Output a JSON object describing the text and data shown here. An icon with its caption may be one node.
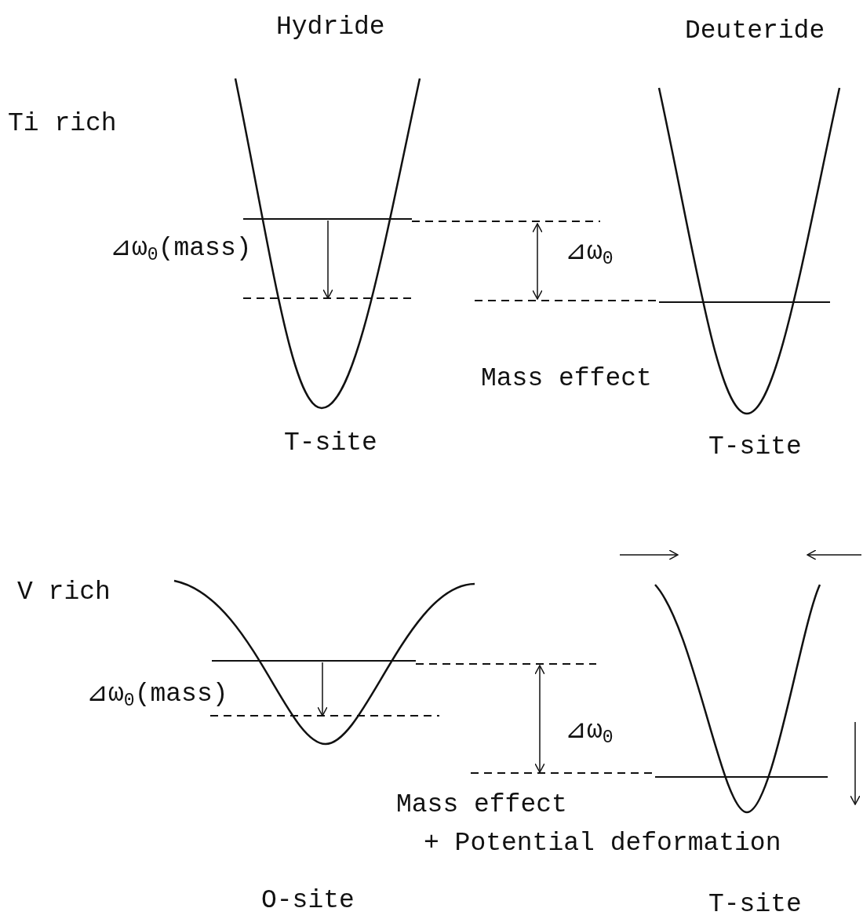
{
  "diagram": {
    "labels": [
      "Hydride",
      "Deuteride",
      "Ti rich",
      "⊿ω$_{0}$(mass)",
      "⊿ω$_{0}$",
      "Mass effect",
      "T-site",
      "T-site",
      "V rich",
      "⊿ω$_{0}$(mass)",
      "⊿ω$_{0}$",
      "Mass effect",
      "+ Potential deformation",
      "O-site",
      "T-site"
    ]
  }
}
